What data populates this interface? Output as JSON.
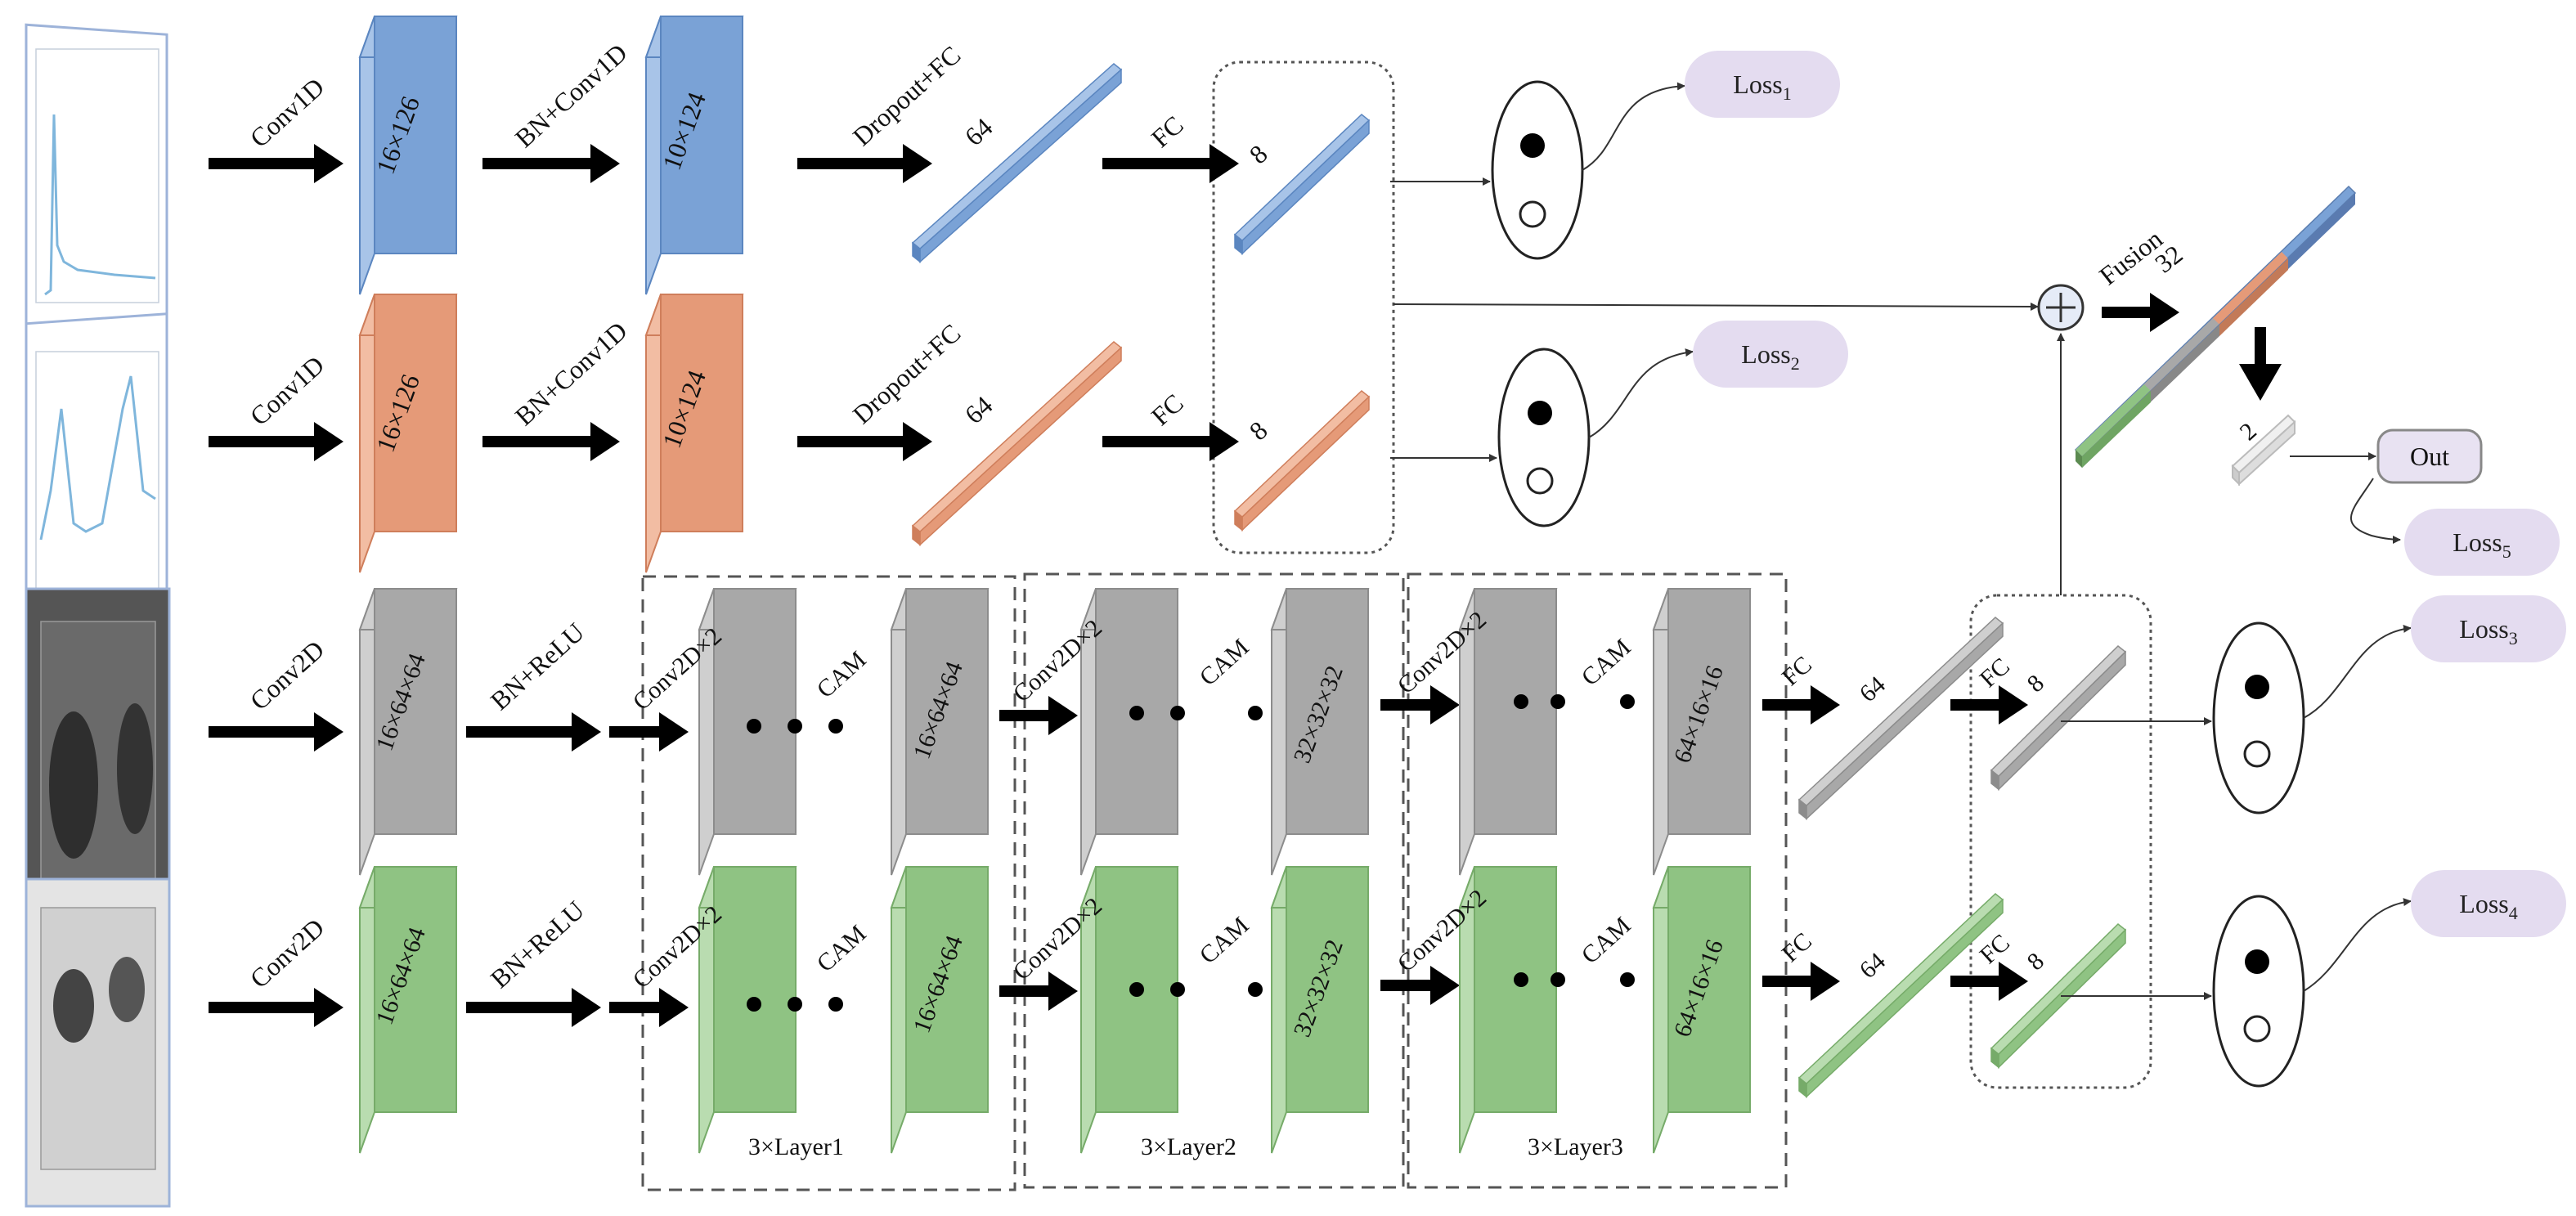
{
  "colors": {
    "blue": "#7aa2d6",
    "blue_dark": "#5b86c0",
    "blue_light": "#a8c4e8",
    "orange": "#e59a78",
    "orange_dark": "#cf7e5b",
    "orange_light": "#f2bda3",
    "gray": "#a8a8a8",
    "gray_dark": "#8c8c8c",
    "gray_light": "#cfcfcf",
    "green": "#8fc383",
    "green_dark": "#76ab69",
    "green_light": "#b9dcb0",
    "loss_bg": "#e4dcf0",
    "arrow": "#000000"
  },
  "rows": {
    "blue": {
      "op1": "Conv1D",
      "block1": "16×126",
      "op2": "BN+Conv1D",
      "block2": "10×124",
      "op3": "Dropout+FC",
      "vec1": "64",
      "op4": "FC",
      "vec2": "8"
    },
    "orange": {
      "op1": "Conv1D",
      "block1": "16×126",
      "op2": "BN+Conv1D",
      "block2": "10×124",
      "op3": "Dropout+FC",
      "vec1": "64",
      "op4": "FC",
      "vec2": "8"
    },
    "gray": {
      "op1": "Conv2D",
      "block1": "16×64×64",
      "op2": "BN+ReLU",
      "l1_op": "Conv2D×2",
      "l1_cam": "CAM",
      "l1_out": "16×64×64",
      "l2_op": "Conv2D×2",
      "l2_cam": "CAM",
      "l2_out": "32×32×32",
      "l3_op": "Conv2D×2",
      "l3_cam": "CAM",
      "l3_out": "64×16×16",
      "fc1": "FC",
      "vec1": "64",
      "fc2": "FC",
      "vec2": "8"
    },
    "green": {
      "op1": "Conv2D",
      "block1": "16×64×64",
      "op2": "BN+ReLU",
      "l1_op": "Conv2D×2",
      "l1_cam": "CAM",
      "l1_out": "16×64×64",
      "l2_op": "Conv2D×2",
      "l2_cam": "CAM",
      "l2_out": "32×32×32",
      "l3_op": "Conv2D×2",
      "l3_cam": "CAM",
      "l3_out": "64×16×16",
      "fc1": "FC",
      "vec1": "64",
      "fc2": "FC",
      "vec2": "8"
    }
  },
  "layers": {
    "layer1": "3×Layer1",
    "layer2": "3×Layer2",
    "layer3": "3×Layer3"
  },
  "losses": {
    "loss1": {
      "base": "Loss",
      "sub": "1"
    },
    "loss2": {
      "base": "Loss",
      "sub": "2"
    },
    "loss3": {
      "base": "Loss",
      "sub": "3"
    },
    "loss4": {
      "base": "Loss",
      "sub": "4"
    },
    "loss5": {
      "base": "Loss",
      "sub": "5"
    }
  },
  "fusion": {
    "label": "Fusion",
    "dim": "32",
    "out_dim": "2",
    "out_label": "Out"
  }
}
